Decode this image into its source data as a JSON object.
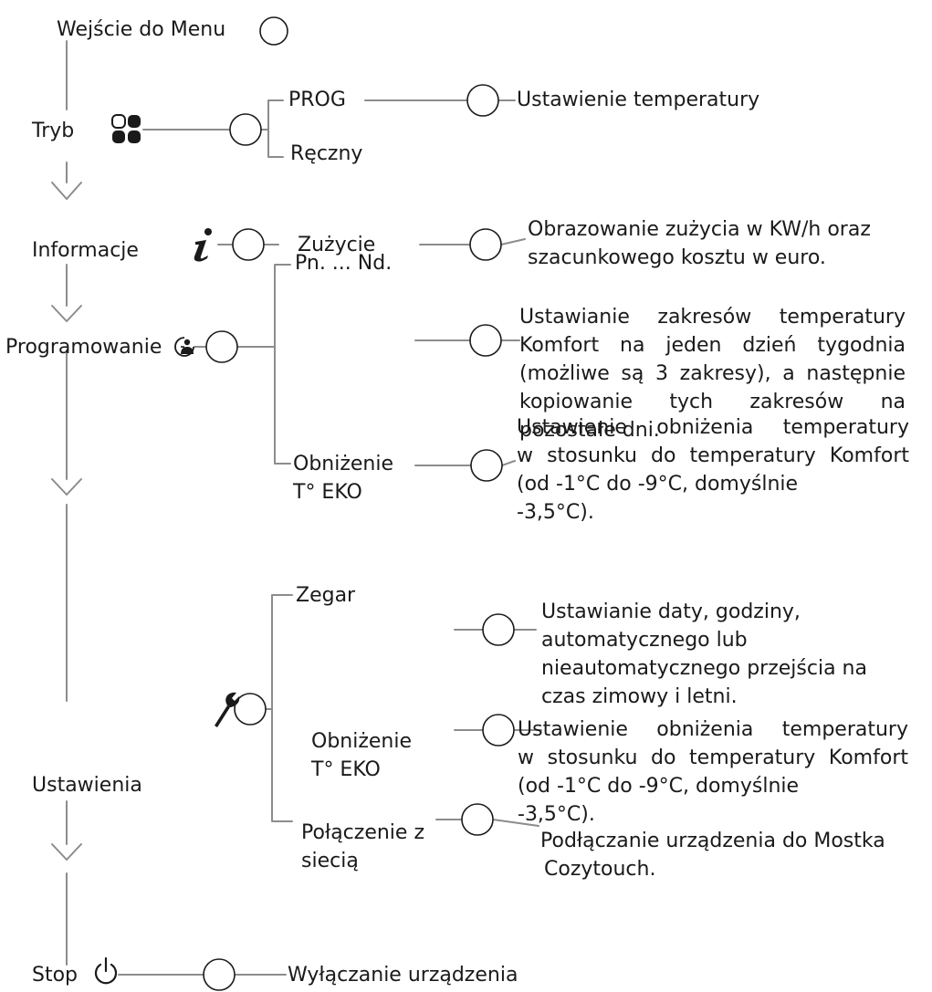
{
  "colors": {
    "line": "#8c8c8c",
    "text": "#1a1a1a",
    "icon": "#1a1a1a"
  },
  "menu": {
    "entry": "Wejście do Menu",
    "tryb": {
      "label": "Tryb",
      "icon": "four-squares-mode-icon",
      "opt_prog": "PROG",
      "opt_manual": "Ręczny",
      "prog_desc": "Ustawienie temperatury"
    },
    "info": {
      "label": "Informacje",
      "icon": "info-i-icon",
      "sub": "Zużycie",
      "desc": [
        "Obrazowanie zużycia w KW/h oraz",
        "szacunkowego kosztu w euro."
      ]
    },
    "prog": {
      "label": "Programowanie",
      "icon": "clock-person-icon",
      "sub_days": "Pn. ... Nd.",
      "days_desc": [
        "Ustawianie zakresów temperatury",
        "Komfort na jeden dzień tygodnia",
        "(możliwe są 3 zakresy), a następnie",
        "kopiowanie tych zakresów na",
        "pozostałe dni."
      ],
      "sub_eco": [
        "Obniżenie",
        "T° EKO"
      ],
      "eco_desc": [
        "Ustawienie obniżenia temperatury",
        "w stosunku do temperatury Komfort",
        "(od -1°C do -9°C, domyślnie",
        "-3,5°C)."
      ]
    },
    "settings": {
      "label": "Ustawienia",
      "icon": "wrench-icon",
      "sub_clock": "Zegar",
      "clock_desc": [
        "Ustawianie daty, godziny,",
        "automatycznego lub",
        "nieautomatycznego przejścia na",
        "czas zimowy i letni."
      ],
      "sub_eco": [
        "Obniżenie",
        "T° EKO"
      ],
      "eco_desc": [
        "Ustawienie obniżenia temperatury",
        "w stosunku do temperatury Komfort",
        "(od -1°C do -9°C, domyślnie",
        "-3,5°C)."
      ],
      "sub_net": [
        "Połączenie z",
        "siecią"
      ],
      "net_desc": [
        "Podłączanie urządzenia do Mostka",
        "Cozytouch."
      ]
    },
    "stop": {
      "label": "Stop",
      "icon": "power-icon",
      "desc": "Wyłączanie urządzenia"
    }
  }
}
